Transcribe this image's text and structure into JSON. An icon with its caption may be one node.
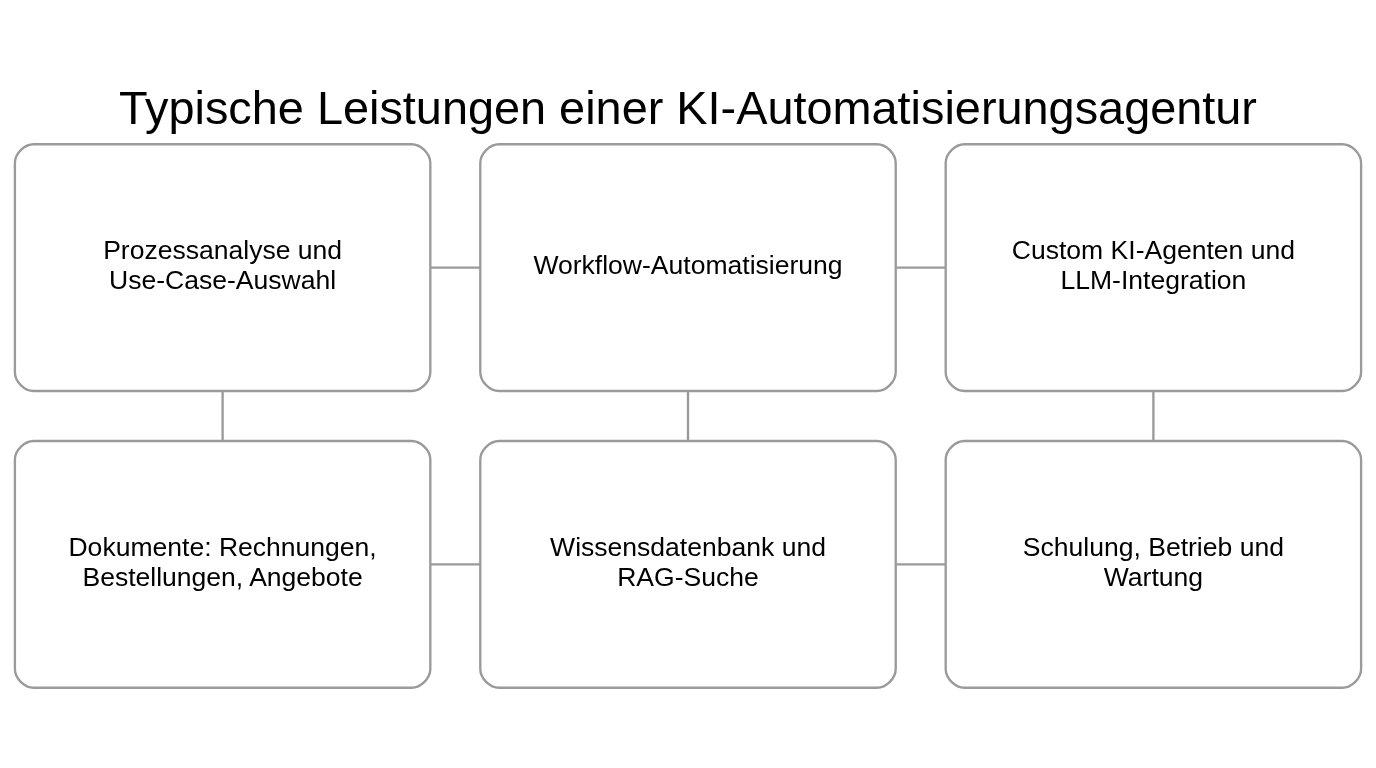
{
  "diagram": {
    "title": "Typische Leistungen einer KI-Automatisierungsagentur",
    "nodes": [
      {
        "text": [
          "Prozessanalyse und Use-Case-Auswahl"
        ]
      },
      {
        "text": [
          "Workflow-Automatisierung"
        ]
      },
      {
        "text": [
          "Custom KI-Agenten und LLM-Integration"
        ]
      },
      {
        "text": [
          "Dokumente: Rechnungen, Bestellungen, Angebote"
        ]
      },
      {
        "text": [
          "Wissensdatenbank und RAG-Suche"
        ]
      },
      {
        "text": [
          "Schulung, Betrieb und Wartung"
        ]
      }
    ],
    "edges": [
      {
        "from": 0,
        "to": 1,
        "arrow": "none"
      },
      {
        "from": 1,
        "to": 2,
        "arrow": "none"
      },
      {
        "from": 0,
        "to": 3,
        "arrow": "none"
      },
      {
        "from": 1,
        "to": 4,
        "arrow": "none"
      },
      {
        "from": 2,
        "to": 5,
        "arrow": "none"
      },
      {
        "from": 3,
        "to": 4,
        "arrow": "none"
      },
      {
        "from": 4,
        "to": 5,
        "arrow": "none"
      }
    ]
  }
}
